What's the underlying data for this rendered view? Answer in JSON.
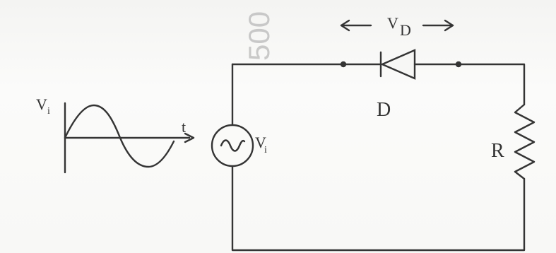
{
  "diagram": {
    "labels": {
      "input_wave_symbol": "V",
      "input_wave_subscript": "i",
      "time_axis_label": "t",
      "source_symbol": "V",
      "source_subscript": "i",
      "diode_voltage_symbol": "V",
      "diode_voltage_subscript": "D",
      "diode_label": "D",
      "resistor_label": "R",
      "watermark_text": "500"
    },
    "icons": {
      "ac_source": "ac-source-icon",
      "diode": "diode-icon",
      "resistor": "resistor-icon",
      "sine_wave": "sine-wave-icon",
      "arrow_left": "arrow-left-icon",
      "arrow_right": "arrow-right-icon"
    },
    "colors": {
      "ink": "#343434",
      "paper": "#f7f7f5",
      "watermark": "#c4c4c4"
    }
  }
}
